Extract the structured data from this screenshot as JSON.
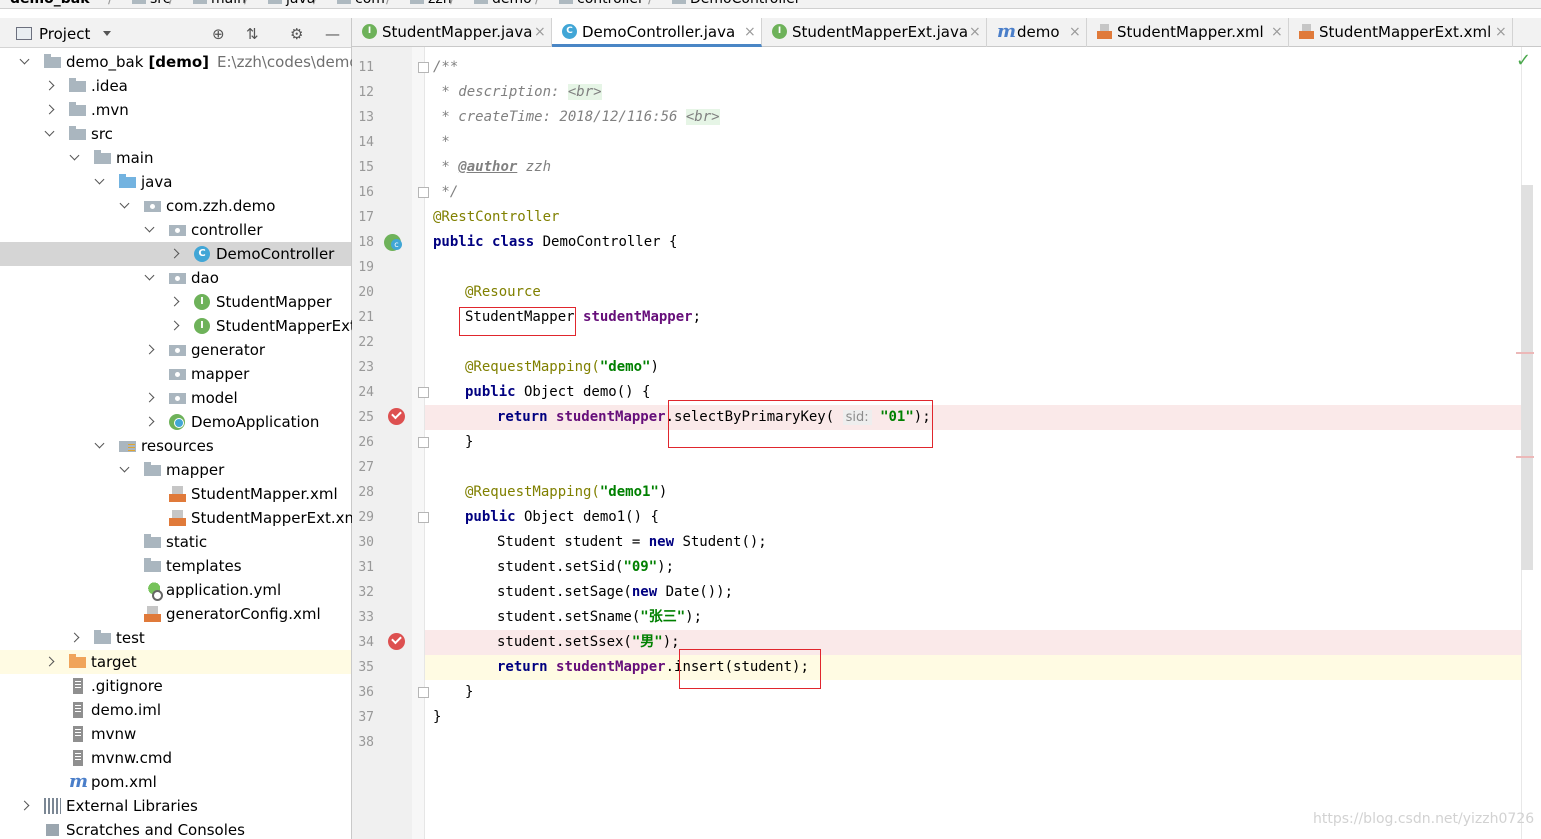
{
  "breadcrumb": [
    "demo_bak",
    "src",
    "main",
    "java",
    "com",
    "zzh",
    "demo",
    "controller",
    "DemoController"
  ],
  "project_panel": {
    "title": "Project",
    "tree": [
      {
        "label": "demo_bak",
        "bold": "[demo]",
        "path": "E:\\zzh\\codes\\demo\\demo_bak",
        "icon": "folder",
        "indent": 0,
        "expand": "d"
      },
      {
        "label": ".idea",
        "icon": "folder",
        "indent": 1,
        "expand": "r"
      },
      {
        "label": ".mvn",
        "icon": "folder",
        "indent": 1,
        "expand": "r"
      },
      {
        "label": "src",
        "icon": "folder",
        "indent": 1,
        "expand": "d"
      },
      {
        "label": "main",
        "icon": "folder",
        "indent": 2,
        "expand": "d"
      },
      {
        "label": "java",
        "icon": "folder-blue",
        "indent": 3,
        "expand": "d"
      },
      {
        "label": "com.zzh.demo",
        "icon": "package",
        "indent": 4,
        "expand": "d"
      },
      {
        "label": "controller",
        "icon": "package",
        "indent": 5,
        "expand": "d"
      },
      {
        "label": "DemoController",
        "icon": "class",
        "indent": 6,
        "expand": "r",
        "selected": true
      },
      {
        "label": "dao",
        "icon": "package",
        "indent": 5,
        "expand": "d"
      },
      {
        "label": "StudentMapper",
        "icon": "interface",
        "indent": 6,
        "expand": "r"
      },
      {
        "label": "StudentMapperExt",
        "icon": "interface",
        "indent": 6,
        "expand": "r"
      },
      {
        "label": "generator",
        "icon": "package",
        "indent": 5,
        "expand": "r"
      },
      {
        "label": "mapper",
        "icon": "package",
        "indent": 5,
        "expand": ""
      },
      {
        "label": "model",
        "icon": "package",
        "indent": 5,
        "expand": "r"
      },
      {
        "label": "DemoApplication",
        "icon": "spring-app",
        "indent": 5,
        "expand": "r"
      },
      {
        "label": "resources",
        "icon": "res",
        "indent": 3,
        "expand": "d"
      },
      {
        "label": "mapper",
        "icon": "folder",
        "indent": 4,
        "expand": "d"
      },
      {
        "label": "StudentMapper.xml",
        "icon": "xml",
        "indent": 5,
        "expand": ""
      },
      {
        "label": "StudentMapperExt.xml",
        "icon": "xml",
        "indent": 5,
        "expand": ""
      },
      {
        "label": "static",
        "icon": "folder",
        "indent": 4,
        "expand": ""
      },
      {
        "label": "templates",
        "icon": "folder",
        "indent": 4,
        "expand": ""
      },
      {
        "label": "application.yml",
        "icon": "yml",
        "indent": 4,
        "expand": ""
      },
      {
        "label": "generatorConfig.xml",
        "icon": "xml",
        "indent": 4,
        "expand": ""
      },
      {
        "label": "test",
        "icon": "folder",
        "indent": 2,
        "expand": "r"
      },
      {
        "label": "target",
        "icon": "folder-orange",
        "indent": 1,
        "expand": "r",
        "highlighted": true
      },
      {
        "label": ".gitignore",
        "icon": "file",
        "indent": 1,
        "expand": ""
      },
      {
        "label": "demo.iml",
        "icon": "file",
        "indent": 1,
        "expand": ""
      },
      {
        "label": "mvnw",
        "icon": "file",
        "indent": 1,
        "expand": ""
      },
      {
        "label": "mvnw.cmd",
        "icon": "file",
        "indent": 1,
        "expand": ""
      },
      {
        "label": "pom.xml",
        "icon": "maven",
        "indent": 1,
        "expand": ""
      },
      {
        "label": "External Libraries",
        "icon": "lib",
        "indent": 0,
        "expand": "r"
      },
      {
        "label": "Scratches and Consoles",
        "icon": "scratch",
        "indent": 0,
        "expand": ""
      }
    ]
  },
  "tabs": [
    {
      "label": "StudentMapper.java",
      "icon": "I",
      "color": "#6eb25a",
      "active": false
    },
    {
      "label": "DemoController.java",
      "icon": "C",
      "color": "#41a6d6",
      "active": true
    },
    {
      "label": "StudentMapperExt.java",
      "icon": "I",
      "color": "#6eb25a",
      "active": false
    },
    {
      "label": "demo",
      "icon": "m",
      "color": "#4a7ec9",
      "active": false
    },
    {
      "label": "StudentMapper.xml",
      "icon": "xml",
      "color": "#e07a3a",
      "active": false
    },
    {
      "label": "StudentMapperExt.xml",
      "icon": "xml",
      "color": "#e07a3a",
      "active": false
    }
  ],
  "line_numbers": [
    "11",
    "12",
    "13",
    "14",
    "15",
    "16",
    "17",
    "18",
    "19",
    "20",
    "21",
    "22",
    "23",
    "24",
    "25",
    "26",
    "27",
    "28",
    "29",
    "30",
    "31",
    "32",
    "33",
    "34",
    "35",
    "36",
    "37",
    "38"
  ],
  "code": {
    "l11": "/**",
    "l12_a": " * description: ",
    "l12_b": "<br>",
    "l13_a": " * createTime: 2018/12/116:56 ",
    "l13_b": "<br>",
    "l14": " *",
    "l15_a": " * ",
    "l15_b": "@author",
    "l15_c": " zzh",
    "l16": " */",
    "l17": "@RestController",
    "l18_kw": "public class",
    "l18_rest": " DemoController {",
    "l20": "@Resource",
    "l21_type": "StudentMapper",
    "l21_field": "studentMapper",
    "l21_end": ";",
    "l23_ann": "@RequestMapping(",
    "l23_str": "\"demo\"",
    "l23_end": ")",
    "l24_kw": "public",
    "l24_rest": " Object demo() {",
    "l25_kw": "return",
    "l25_field": "studentMapper",
    "l25_call": ".selectByPrimaryKey(",
    "l25_hint": "sid:",
    "l25_str": "\"01\"",
    "l25_end": ");",
    "l26": "}",
    "l28_ann": "@RequestMapping(",
    "l28_str": "\"demo1\"",
    "l28_end": ")",
    "l29_kw": "public",
    "l29_rest": " Object demo1() {",
    "l30_a": "Student student = ",
    "l30_kw": "new",
    "l30_b": " Student();",
    "l31_a": "student.setSid(",
    "l31_str": "\"09\"",
    "l31_b": ");",
    "l32_a": "student.setSage(",
    "l32_kw": "new",
    "l32_b": " Date());",
    "l33_a": "student.setSname(",
    "l33_str": "\"张三\"",
    "l33_b": ");",
    "l34_a": "student.setSsex(",
    "l34_str": "\"男\"",
    "l34_b": ");",
    "l35_kw": "return",
    "l35_field": "studentMapper",
    "l35_call": ".insert(student);",
    "l36": "}",
    "l37": "}"
  },
  "watermark": "https://blog.csdn.net/yizzh0726"
}
